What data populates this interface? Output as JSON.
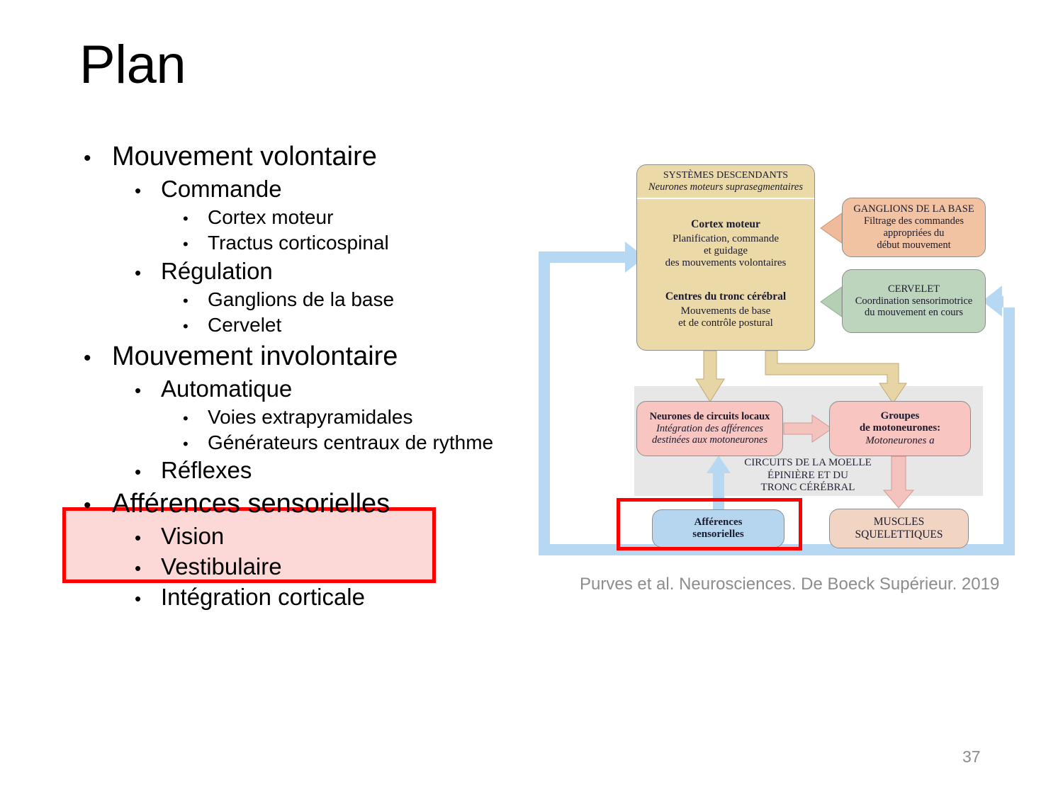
{
  "slide": {
    "title": "Plan",
    "page_number": "37",
    "caption": "Purves et al. Neurosciences. De Boeck Supérieur. 2019",
    "highlight_color": "#ff0000",
    "highlight_fill": "#fcd9d7"
  },
  "outline": [
    {
      "level": 1,
      "bullet": "•",
      "text": "Mouvement volontaire"
    },
    {
      "level": 2,
      "bullet": "•",
      "text": "Commande"
    },
    {
      "level": 3,
      "bullet": "•",
      "text": "Cortex moteur"
    },
    {
      "level": 3,
      "bullet": "•",
      "text": "Tractus corticospinal"
    },
    {
      "level": 2,
      "bullet": "•",
      "text": "Régulation"
    },
    {
      "level": 3,
      "bullet": "•",
      "text": "Ganglions de la base"
    },
    {
      "level": 3,
      "bullet": "•",
      "text": "Cervelet"
    },
    {
      "level": 1,
      "bullet": "•",
      "text": "Mouvement involontaire"
    },
    {
      "level": 2,
      "bullet": "•",
      "text": "Automatique"
    },
    {
      "level": 3,
      "bullet": "•",
      "text": "Voies extrapyramidales"
    },
    {
      "level": 3,
      "bullet": "•",
      "text": "Générateurs centraux de rythme"
    },
    {
      "level": 2,
      "bullet": "•",
      "text": "Réflexes"
    },
    {
      "level": 1,
      "bullet": "•",
      "text": "Afférences sensorielles",
      "highlighted": true
    },
    {
      "level": 2,
      "bullet": "•",
      "text": "Vision",
      "highlighted": true
    },
    {
      "level": 2,
      "bullet": "•",
      "text": "Vestibulaire"
    },
    {
      "level": 2,
      "bullet": "•",
      "text": "Intégration corticale"
    }
  ],
  "diagram": {
    "descending": {
      "header_title": "SYSTÈMES DESCENDANTS",
      "header_sub": "Neurones moteurs suprasegmentaires",
      "block1_title": "Cortex moteur",
      "block1_line1": "Planification, commande",
      "block1_line2": "et guidage",
      "block1_line3": "des mouvements volontaires",
      "block2_title": "Centres du tronc cérébral",
      "block2_line1": "Mouvements de base",
      "block2_line2": "et de contrôle postural",
      "color": "#ecd9a8"
    },
    "ganglions": {
      "title": "GANGLIONS DE LA BASE",
      "line1": "Filtrage des commandes",
      "line2": "appropriées du",
      "line3": "début mouvement",
      "color": "#f2c3a3"
    },
    "cervelet": {
      "title": "CERVELET",
      "line1": "Coordination sensorimotrice",
      "line2": "du mouvement en cours",
      "color": "#bdd5bd"
    },
    "local_circuits": {
      "title": "Neurones de circuits locaux",
      "line1": "Intégration des afférences",
      "line2": "destinées aux motoneurones",
      "color": "#f8c5c0"
    },
    "motoneurons": {
      "line1": "Groupes",
      "line2": "de motoneurones:",
      "line3": "Motoneurones a",
      "color": "#f8c5c0"
    },
    "spinal_region": {
      "line1": "CIRCUITS DE LA MOELLE",
      "line2": "ÉPINIÈRE ET DU",
      "line3": "TRONC CÉRÉBRAL",
      "color": "#e7e7e7"
    },
    "afferences": {
      "line1": "Afférences",
      "line2": "sensorielles",
      "color": "#b6d6ef"
    },
    "muscles": {
      "line1": "MUSCLES",
      "line2": "SQUELETTIQUES",
      "color": "#f2d4c3"
    },
    "arrow_colors": {
      "feedback_blue": "#b6d8f2",
      "tan": "#e8d5a6",
      "pink": "#f5c3bd",
      "peach": "#f0bb9b",
      "green": "#b5cfb5"
    }
  }
}
